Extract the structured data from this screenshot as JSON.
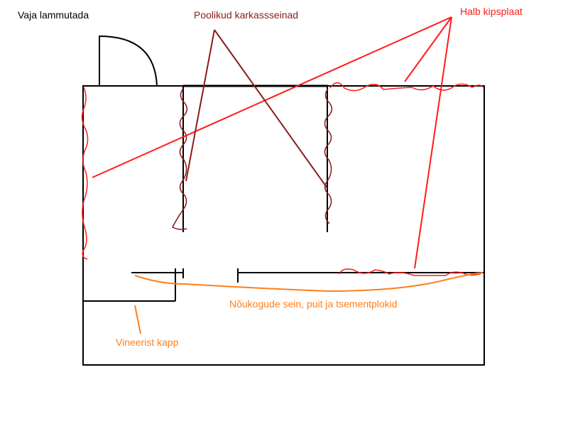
{
  "labels": {
    "demolish": "Vaja lammutada",
    "partial_walls": "Poolikud karkassseinad",
    "bad_drywall": "Halb kipsplaat",
    "soviet_wall": "Nõukogude sein, puit ja tsementplokid",
    "plywood_cabinet": "Vineerist kapp"
  },
  "colors": {
    "wall": "#000000",
    "partial_walls": "#8b1a1a",
    "bad_drywall": "#ff1a1a",
    "soviet_wall": "#ff7f1a",
    "demolish_text": "#000000"
  }
}
